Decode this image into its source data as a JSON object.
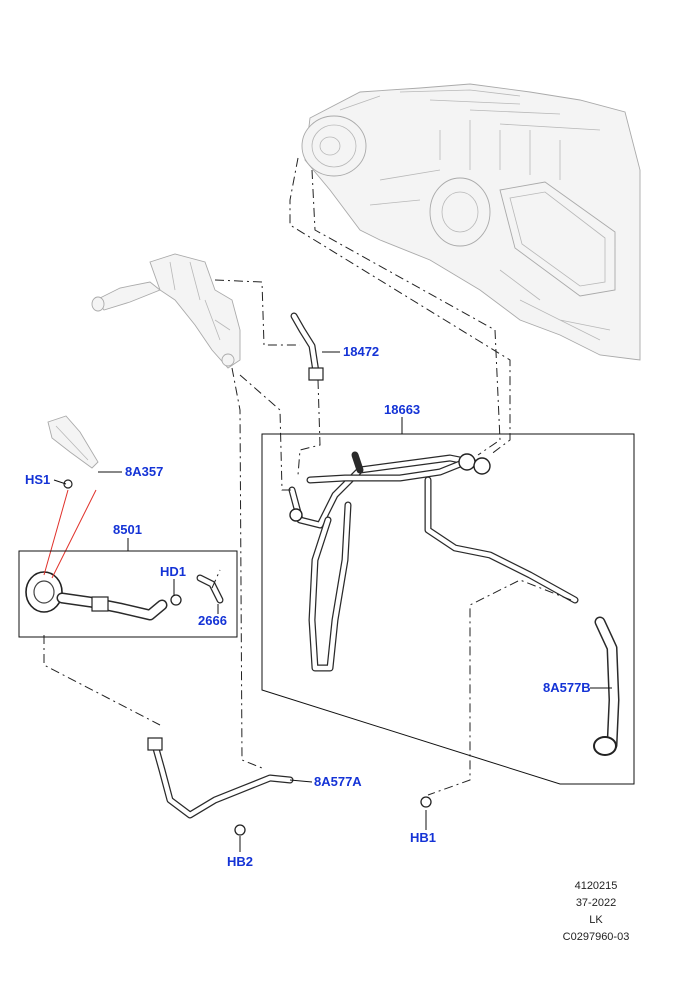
{
  "callouts": {
    "c18472": "18472",
    "c18663": "18663",
    "c8A357": "8A357",
    "cHS1": "HS1",
    "c8501": "8501",
    "cHD1": "HD1",
    "c2666": "2666",
    "c8A577B": "8A577B",
    "c8A577A": "8A577A",
    "cHB1": "HB1",
    "cHB2": "HB2"
  },
  "reference": {
    "line1": "4120215",
    "line2": "37-2022",
    "line3": "LK",
    "line4": "C0297960-03"
  },
  "colors": {
    "callout_text": "#1433d6",
    "accent_red": "#e0302a",
    "line": "#222222"
  },
  "icons": [
    "hvac-module-illustration",
    "coolant-heater-illustration",
    "coolant-pump-illustration",
    "hose-illustration",
    "pipe-assembly-illustration",
    "clip-icon",
    "bolt-icon"
  ]
}
